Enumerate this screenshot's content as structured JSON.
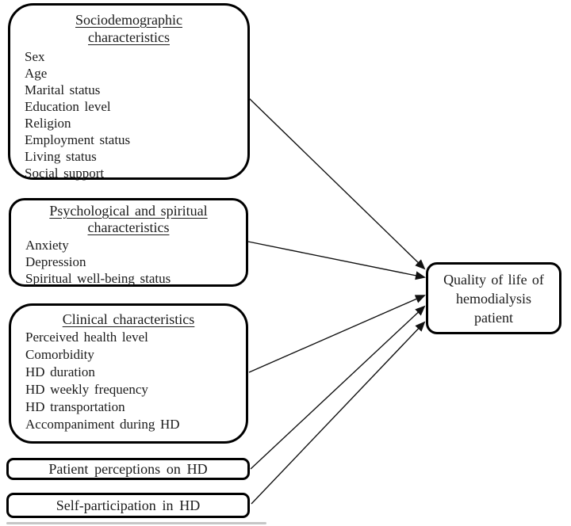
{
  "diagram": {
    "colors": {
      "border": "#000000",
      "text": "#1b1b1b",
      "background": "#ffffff",
      "arrow": "#111111"
    },
    "boxes": [
      {
        "id": "sociodemographic",
        "title_lines": [
          "Sociodemographic",
          "characteristics"
        ],
        "items": [
          "Sex",
          "Age",
          "Marital status",
          "Education level",
          "Religion",
          "Employment status",
          "Living status",
          "Social support"
        ]
      },
      {
        "id": "psychological",
        "title_lines": [
          "Psychological and spiritual",
          "characteristics"
        ],
        "items": [
          "Anxiety",
          "Depression",
          "Spiritual well-being status"
        ]
      },
      {
        "id": "clinical",
        "title_lines": [
          "Clinical characteristics"
        ],
        "items": [
          "Perceived health level",
          "Comorbidity",
          "HD duration",
          "HD weekly frequency",
          "HD transportation",
          "Accompaniment during HD"
        ]
      },
      {
        "id": "patient-perceptions",
        "label": "Patient perceptions on HD"
      },
      {
        "id": "self-participation",
        "label": "Self-participation in HD"
      }
    ],
    "outcome": {
      "id": "quality-of-life",
      "lines": [
        "Quality of life of",
        "hemodialysis",
        "patient"
      ]
    },
    "arrows": [
      {
        "from": "sociodemographic",
        "to": "quality-of-life"
      },
      {
        "from": "psychological",
        "to": "quality-of-life"
      },
      {
        "from": "clinical",
        "to": "quality-of-life"
      },
      {
        "from": "patient-perceptions",
        "to": "quality-of-life"
      },
      {
        "from": "self-participation",
        "to": "quality-of-life"
      }
    ]
  }
}
